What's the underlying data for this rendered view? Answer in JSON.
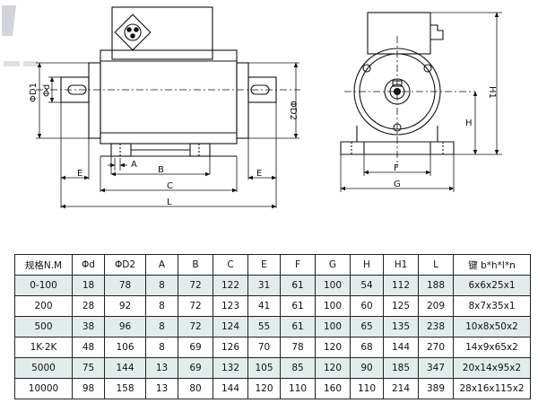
{
  "drawing": {
    "front_view_labels": {
      "phi_d1": "ΦD1",
      "phi_d": "Φd",
      "phi_d2": "ΦD2",
      "a": "A",
      "b": "B",
      "c": "C",
      "e_left": "E",
      "e_right": "E",
      "l": "L"
    },
    "side_view_labels": {
      "h1": "H1",
      "h": "H",
      "f": "F",
      "g": "G"
    }
  },
  "spec_table": {
    "headers": [
      "规格N.M",
      "Φd",
      "ΦD2",
      "A",
      "B",
      "C",
      "E",
      "F",
      "G",
      "H",
      "H1",
      "L",
      "键 b*h*l*n"
    ],
    "rows": [
      [
        "0-100",
        "18",
        "78",
        "8",
        "72",
        "122",
        "31",
        "61",
        "100",
        "54",
        "112",
        "188",
        "6x6x25x1"
      ],
      [
        "200",
        "28",
        "92",
        "8",
        "72",
        "123",
        "41",
        "61",
        "100",
        "60",
        "125",
        "209",
        "8x7x35x1"
      ],
      [
        "500",
        "38",
        "96",
        "8",
        "72",
        "124",
        "55",
        "61",
        "100",
        "65",
        "135",
        "238",
        "10x8x50x2"
      ],
      [
        "1K-2K",
        "48",
        "106",
        "8",
        "69",
        "126",
        "70",
        "78",
        "120",
        "68",
        "144",
        "270",
        "14x9x65x2"
      ],
      [
        "5000",
        "75",
        "144",
        "13",
        "69",
        "132",
        "105",
        "85",
        "120",
        "90",
        "185",
        "347",
        "20x14x95x2"
      ],
      [
        "10000",
        "98",
        "158",
        "13",
        "80",
        "144",
        "120",
        "110",
        "160",
        "110",
        "214",
        "389",
        "28x16x115x2"
      ]
    ]
  },
  "colors": {
    "line": "#111111",
    "row_shade": "#e3ecec",
    "watermark": "#9aa4b0"
  }
}
